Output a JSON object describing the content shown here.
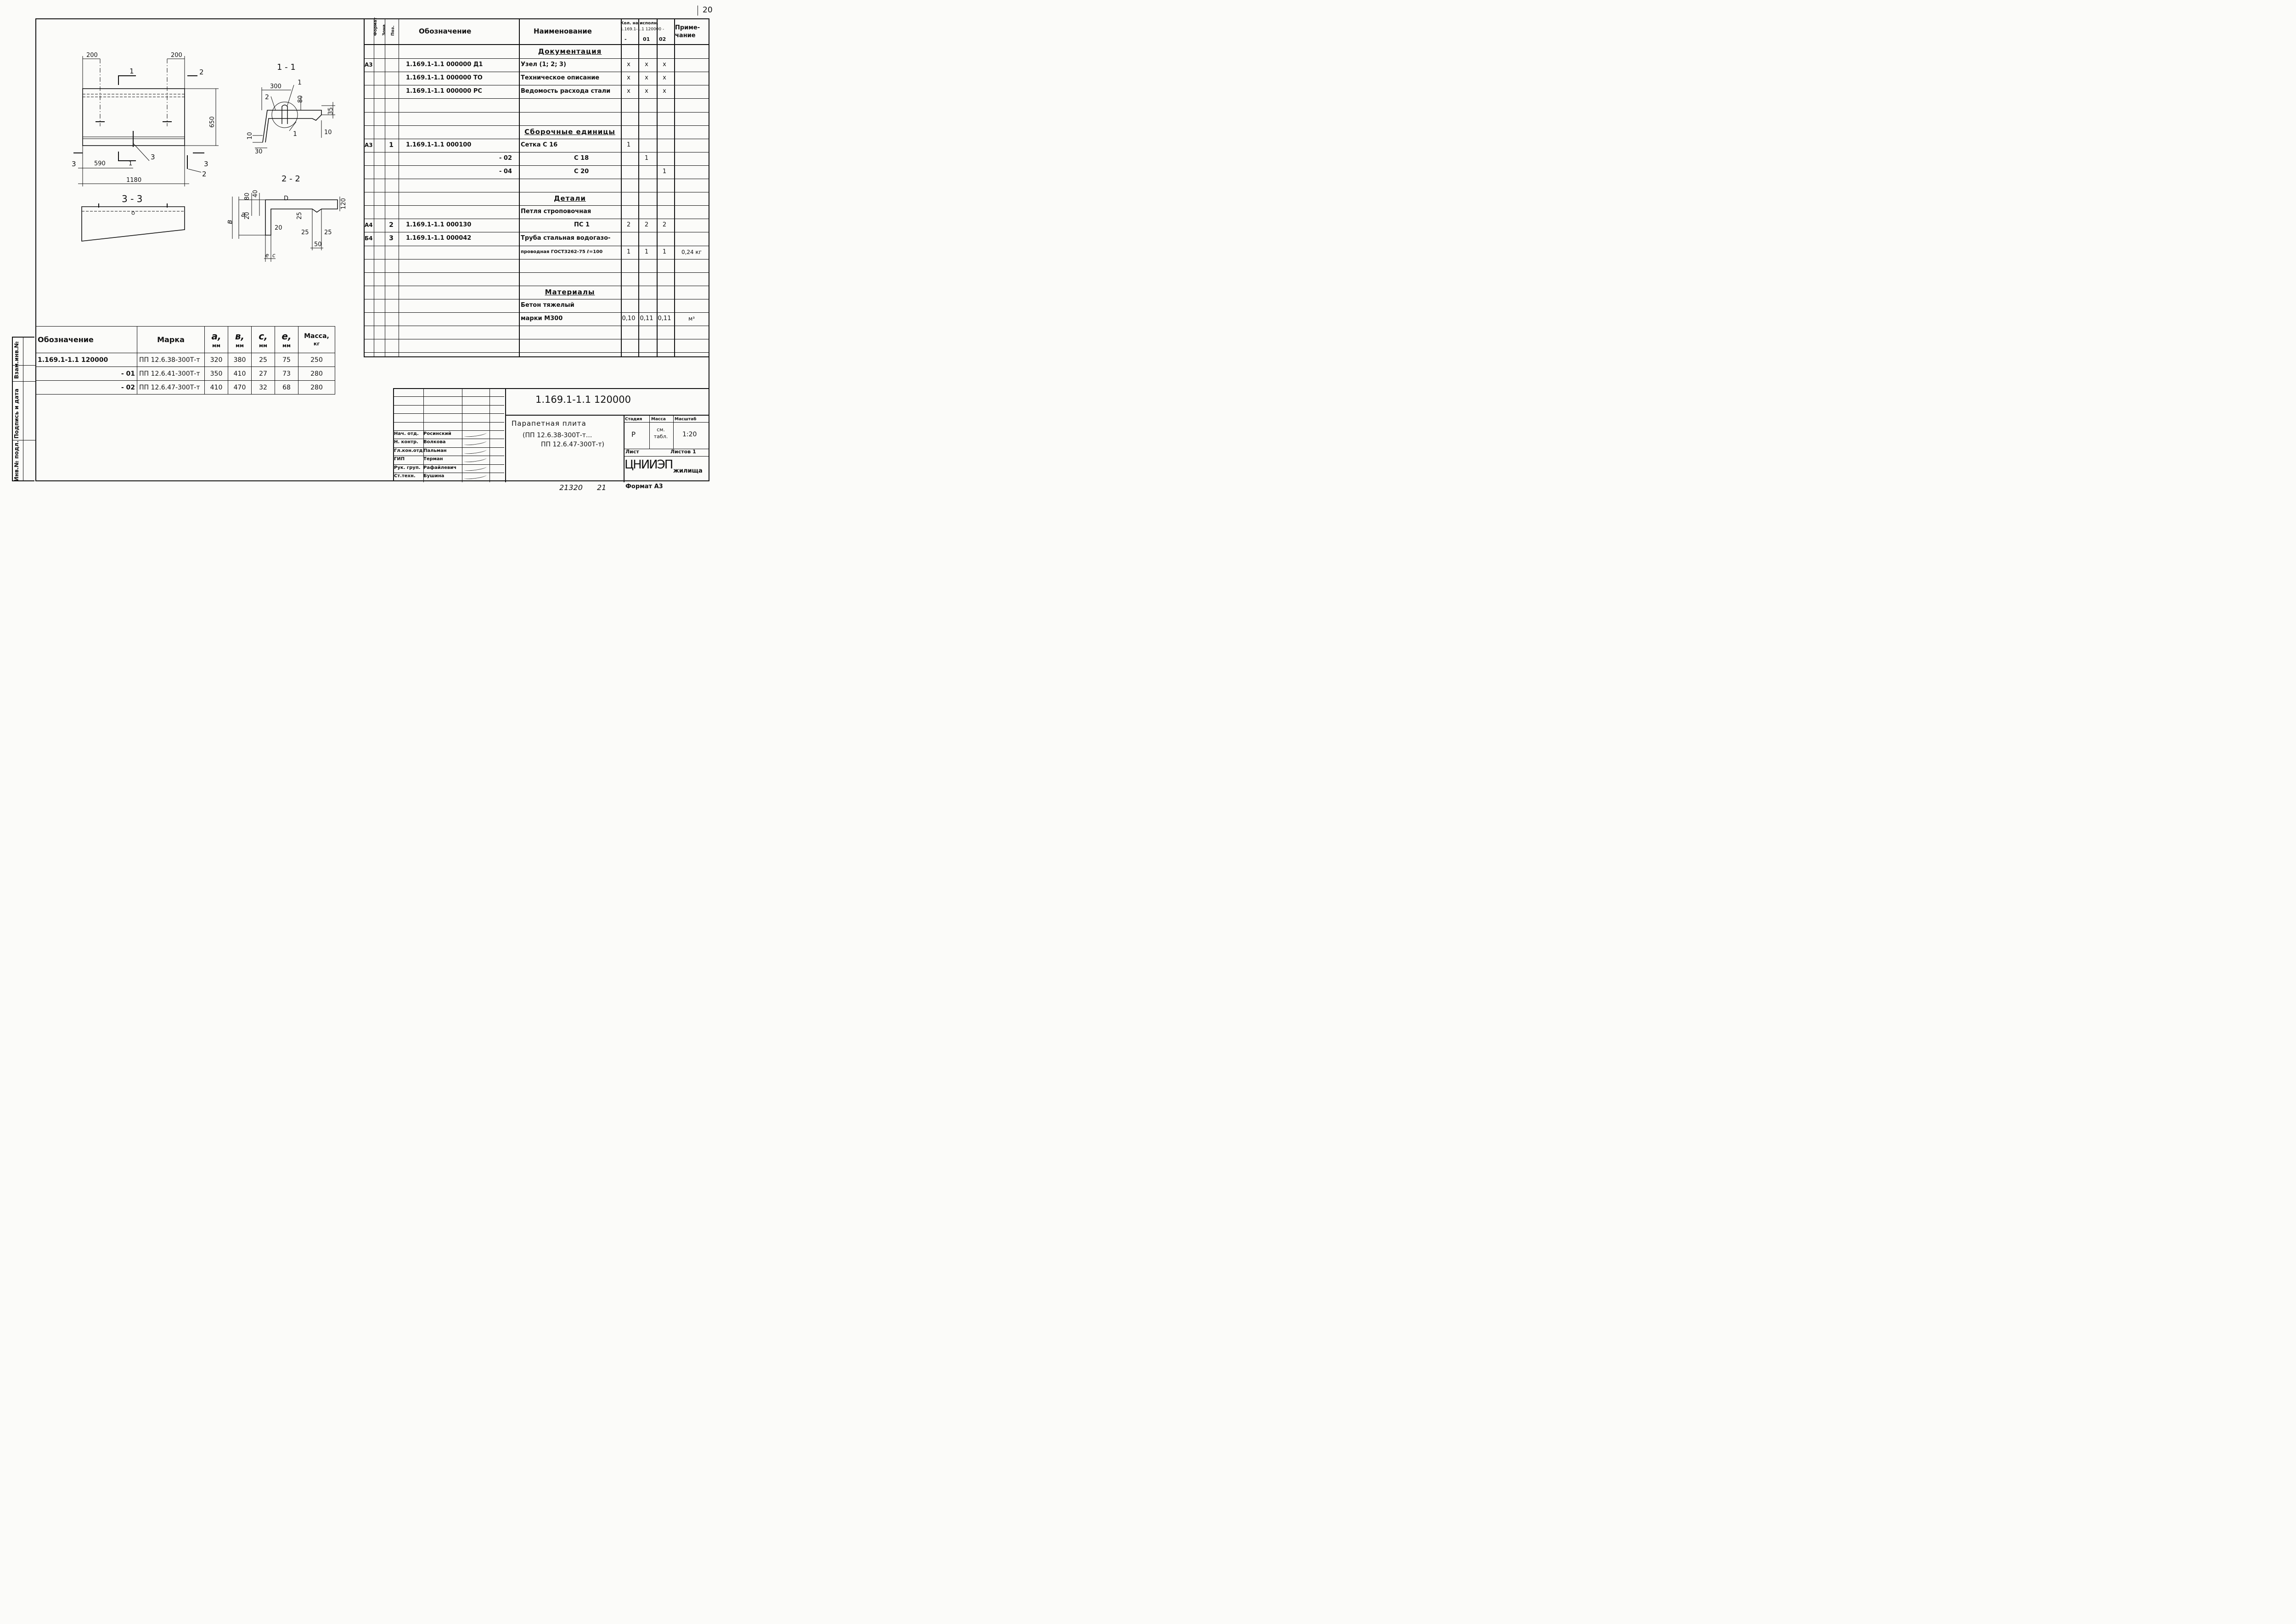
{
  "page_number": "20",
  "side_stamp": {
    "labels": [
      "Инв.№ подл.",
      "Подпись и дата",
      "Взам.инв.№"
    ]
  },
  "drawings": {
    "plan": {
      "dims": [
        "200",
        "200",
        "650",
        "590",
        "1180"
      ],
      "callouts": [
        "1",
        "2",
        "3",
        "1",
        "3",
        "2",
        "3"
      ]
    },
    "section_1_1": {
      "title": "1 - 1",
      "dims": [
        "300",
        "80",
        "35",
        "10",
        "10",
        "30"
      ],
      "callouts": [
        "1",
        "2",
        "1"
      ]
    },
    "section_2_2": {
      "title": "2 - 2",
      "dims": [
        "80",
        "40",
        "120",
        "20",
        "25",
        "20",
        "25",
        "25",
        "50"
      ],
      "letters": [
        "a",
        "в",
        "e",
        "c",
        "D"
      ]
    },
    "section_3_3": {
      "title": "3 - 3"
    }
  },
  "marks_table": {
    "headers": [
      "Обозначение",
      "Марка",
      "a,",
      "в,",
      "c,",
      "e,",
      "Масса,"
    ],
    "units": [
      "мм",
      "мм",
      "мм",
      "мм",
      "кг"
    ],
    "rows": [
      [
        "1.169.1-1.1 120000",
        "ПП 12.6.38-300Т-т",
        "320",
        "380",
        "25",
        "75",
        "250"
      ],
      [
        "- 01",
        "ПП 12.6.41-300Т-т",
        "350",
        "410",
        "27",
        "73",
        "280"
      ],
      [
        "- 02",
        "ПП 12.6.47-300Т-т",
        "410",
        "470",
        "32",
        "68",
        "280"
      ]
    ]
  },
  "spec": {
    "col_format": "Формат",
    "col_zone": "Зона",
    "col_pos": "Поз.",
    "col_designation": "Обозначение",
    "col_name": "Наименование",
    "col_qty": "Кол. на исполн.",
    "col_qty_sub": "1.169.1-1.1 120000 -",
    "qty_variants": [
      "-",
      "01",
      "02"
    ],
    "col_note": "Приме-чание",
    "rows": [
      {
        "fmt": "",
        "pos": "",
        "des": "",
        "name": "Документация",
        "q": [
          "",
          "",
          ""
        ],
        "note": "",
        "section": true
      },
      {
        "fmt": "А3",
        "pos": "",
        "des": "1.169.1-1.1 000000 Д1",
        "name": "Узел (1; 2; 3)",
        "q": [
          "x",
          "x",
          "x"
        ],
        "note": ""
      },
      {
        "fmt": "",
        "pos": "",
        "des": "1.169.1-1.1 000000 ТО",
        "name": "Техническое описание",
        "q": [
          "x",
          "x",
          "x"
        ],
        "note": ""
      },
      {
        "fmt": "",
        "pos": "",
        "des": "1.169.1-1.1 000000 РС",
        "name": "Ведомость расхода стали",
        "q": [
          "x",
          "x",
          "x"
        ],
        "note": ""
      },
      {
        "fmt": "",
        "pos": "",
        "des": "",
        "name": "",
        "q": [
          "",
          "",
          ""
        ],
        "note": ""
      },
      {
        "fmt": "",
        "pos": "",
        "des": "",
        "name": "",
        "q": [
          "",
          "",
          ""
        ],
        "note": ""
      },
      {
        "fmt": "",
        "pos": "",
        "des": "",
        "name": "Сборочные единицы",
        "q": [
          "",
          "",
          ""
        ],
        "note": "",
        "section": true
      },
      {
        "fmt": "А3",
        "pos": "1",
        "des": "1.169.1-1.1 000100",
        "name": "Сетка        С 16",
        "q": [
          "1",
          "",
          ""
        ],
        "note": ""
      },
      {
        "fmt": "",
        "pos": "",
        "des": "- 02",
        "name": "С 18",
        "q": [
          "",
          "1",
          ""
        ],
        "note": ""
      },
      {
        "fmt": "",
        "pos": "",
        "des": "- 04",
        "name": "С 20",
        "q": [
          "",
          "",
          "1"
        ],
        "note": ""
      },
      {
        "fmt": "",
        "pos": "",
        "des": "",
        "name": "",
        "q": [
          "",
          "",
          ""
        ],
        "note": ""
      },
      {
        "fmt": "",
        "pos": "",
        "des": "",
        "name": "Детали",
        "q": [
          "",
          "",
          ""
        ],
        "note": "",
        "section": true
      },
      {
        "fmt": "",
        "pos": "",
        "des": "",
        "name": "Петля строповочная",
        "q": [
          "",
          "",
          ""
        ],
        "note": ""
      },
      {
        "fmt": "А4",
        "pos": "2",
        "des": "1.169.1-1.1 000130",
        "name": "ПС 1",
        "q": [
          "2",
          "2",
          "2"
        ],
        "note": ""
      },
      {
        "fmt": "Б4",
        "pos": "3",
        "des": "1.169.1-1.1 000042",
        "name": "Труба стальная водогазо-",
        "q": [
          "",
          "",
          ""
        ],
        "note": ""
      },
      {
        "fmt": "",
        "pos": "",
        "des": "",
        "name": "проводная ГОСТ3262-75 ℓ=100",
        "q": [
          "1",
          "1",
          "1"
        ],
        "note": "0,24 кг"
      },
      {
        "fmt": "",
        "pos": "",
        "des": "",
        "name": "",
        "q": [
          "",
          "",
          ""
        ],
        "note": ""
      },
      {
        "fmt": "",
        "pos": "",
        "des": "",
        "name": "",
        "q": [
          "",
          "",
          ""
        ],
        "note": ""
      },
      {
        "fmt": "",
        "pos": "",
        "des": "",
        "name": "Материалы",
        "q": [
          "",
          "",
          ""
        ],
        "note": "",
        "section": true
      },
      {
        "fmt": "",
        "pos": "",
        "des": "",
        "name": "Бетон тяжелый",
        "q": [
          "",
          "",
          ""
        ],
        "note": ""
      },
      {
        "fmt": "",
        "pos": "",
        "des": "",
        "name": "марки   М300",
        "q": [
          "0,10",
          "0,11",
          "0,11"
        ],
        "note": "м³"
      },
      {
        "fmt": "",
        "pos": "",
        "des": "",
        "name": "",
        "q": [
          "",
          "",
          ""
        ],
        "note": ""
      },
      {
        "fmt": "",
        "pos": "",
        "des": "",
        "name": "",
        "q": [
          "",
          "",
          ""
        ],
        "note": ""
      }
    ]
  },
  "title_block": {
    "code": "1.169.1-1.1 120000",
    "title_line1": "Парапетная плита",
    "title_line2": "(ПП 12.6.38-300Т-т...",
    "title_line3": "ПП 12.6.47-300Т-т)",
    "stage_label": "Стадия",
    "mass_label": "Масса",
    "scale_label": "Масштаб",
    "stage": "Р",
    "mass": "см. табл.",
    "scale": "1:20",
    "sheet_label": "Лист",
    "sheets_label": "Листов 1",
    "org": "ЦНИИЭП",
    "org_suffix": "жилища",
    "people": [
      {
        "role": "Нач. отд.",
        "name": "Росинский"
      },
      {
        "role": "Н. контр.",
        "name": "Волкова"
      },
      {
        "role": "Гл.кон.отд.",
        "name": "Пальман"
      },
      {
        "role": "ГИП",
        "name": "Терман"
      },
      {
        "role": "Рук. груп.",
        "name": "Рафайлевич"
      },
      {
        "role": "Ст.техн.",
        "name": "Бушина"
      }
    ]
  },
  "footer": {
    "inventory": "21320",
    "number": "21",
    "format": "Формат А3"
  }
}
